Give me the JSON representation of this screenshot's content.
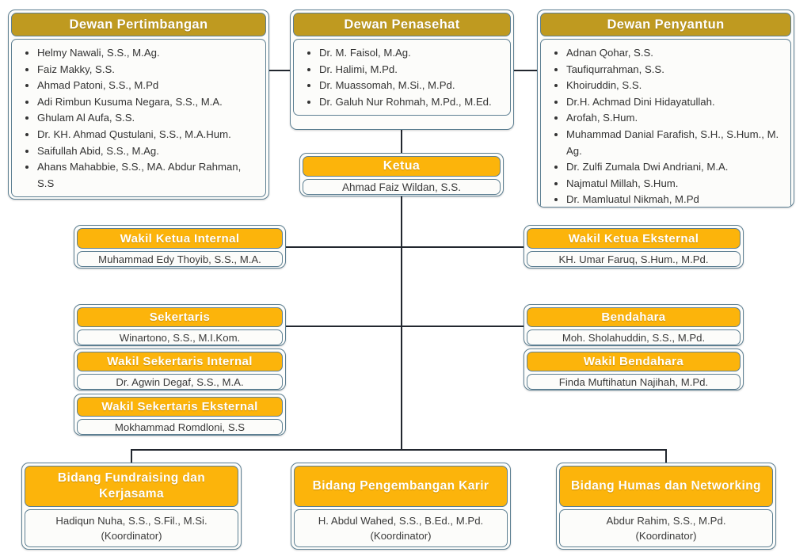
{
  "colors": {
    "header_gold": "#bf9a20",
    "header_orange": "#fcb40b",
    "box_border": "#5d7f92",
    "connector": "#22272f",
    "body_bg": "#fcfcfa",
    "header_text": "#ffffff",
    "body_text": "#3a3a3a"
  },
  "advisory": {
    "pertimbangan": {
      "title": "Dewan Pertimbangan",
      "members": [
        "Helmy Nawali, S.S., M.Ag.",
        "Faiz Makky, S.S.",
        "Ahmad Patoni, S.S., M.Pd",
        "Adi Rimbun Kusuma Negara, S.S., M.A.",
        "Ghulam Al Aufa, S.S.",
        "Dr. KH. Ahmad Qustulani, S.S., M.A.Hum.",
        "Saifullah Abid, S.S., M.Ag.",
        "Ahans Mahabbie, S.S., MA. Abdur Rahman, S.S"
      ]
    },
    "penasehat": {
      "title": "Dewan Penasehat",
      "members": [
        "Dr. M. Faisol, M.Ag.",
        "Dr. Halimi, M.Pd.",
        "Dr. Muassomah, M.Si., M.Pd.",
        "Dr. Galuh Nur Rohmah, M.Pd., M.Ed."
      ]
    },
    "penyantun": {
      "title": "Dewan Penyantun",
      "members": [
        " Adnan Qohar, S.S.",
        "Taufiqurrahman, S.S.",
        "Khoiruddin, S.S.",
        "Dr.H. Achmad Dini Hidayatullah.",
        "Arofah, S.Hum.",
        "Muhammad Danial Farafish, S.H., S.Hum., M. Ag.",
        "Dr. Zulfi Zumala Dwi Andriani, M.A.",
        "Najmatul Millah, S.Hum.",
        "Dr. Mamluatul Nikmah, M.Pd"
      ]
    }
  },
  "leadership": {
    "ketua": {
      "title": "Ketua",
      "name": "Ahmad Faiz Wildan, S.S."
    },
    "wakil_ketua_internal": {
      "title": "Wakil Ketua Internal",
      "name": "Muhammad Edy Thoyib, S.S., M.A."
    },
    "wakil_ketua_eksternal": {
      "title": "Wakil Ketua Eksternal",
      "name": "KH. Umar Faruq, S.Hum., M.Pd."
    }
  },
  "secretariat": {
    "sekertaris": {
      "title": "Sekertaris",
      "name": "Winartono, S.S., M.I.Kom."
    },
    "wakil_sekertaris_internal": {
      "title": "Wakil Sekertaris Internal",
      "name": "Dr. Agwin Degaf, S.S., M.A."
    },
    "wakil_sekertaris_eksternal": {
      "title": "Wakil Sekertaris Eksternal",
      "name": "Mokhammad Romdloni, S.S"
    }
  },
  "treasury": {
    "bendahara": {
      "title": "Bendahara",
      "name": "Moh. Sholahuddin, S.S., M.Pd."
    },
    "wakil_bendahara": {
      "title": "Wakil Bendahara",
      "name": "Finda Muftihatun Najihah, M.Pd."
    }
  },
  "divisions": [
    {
      "title": "Bidang Fundraising dan Kerjasama",
      "name": "Hadiqun Nuha, S.S., S.Fil., M.Si.",
      "role": "(Koordinator)"
    },
    {
      "title": "Bidang Pengembangan Karir",
      "name": "H. Abdul Wahed, S.S., B.Ed., M.Pd.",
      "role": "(Koordinator)"
    },
    {
      "title": "Bidang Humas dan Networking",
      "name": "Abdur Rahim, S.S., M.Pd.",
      "role": "(Koordinator)"
    }
  ]
}
